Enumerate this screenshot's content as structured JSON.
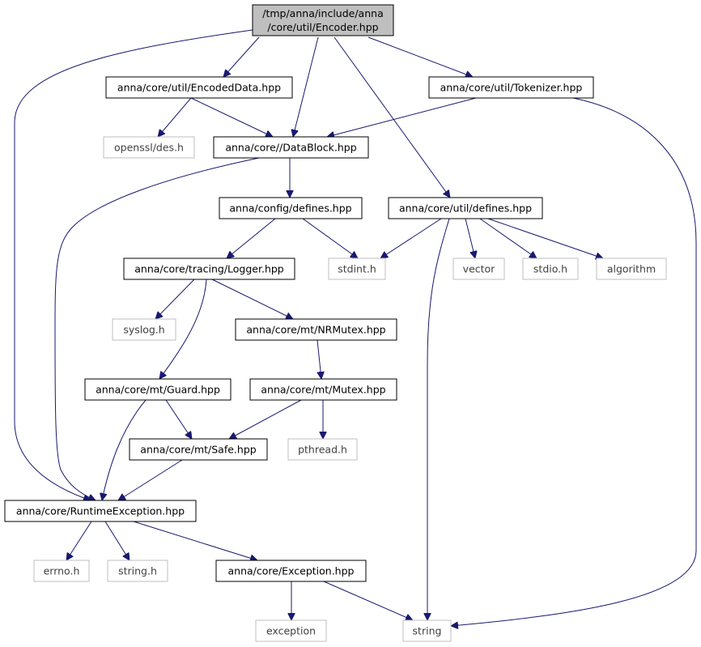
{
  "graph": {
    "nodes": [
      {
        "id": "encoder",
        "kind": "root",
        "lines": [
          "/tmp/anna/include/anna",
          "/core/util/Encoder.hpp"
        ]
      },
      {
        "id": "encodeddata",
        "kind": "local",
        "lines": [
          "anna/core/util/EncodedData.hpp"
        ]
      },
      {
        "id": "tokenizer",
        "kind": "local",
        "lines": [
          "anna/core/util/Tokenizer.hpp"
        ]
      },
      {
        "id": "openssl",
        "kind": "system",
        "lines": [
          "openssl/des.h"
        ]
      },
      {
        "id": "datablock",
        "kind": "local",
        "lines": [
          "anna/core//DataBlock.hpp"
        ]
      },
      {
        "id": "configdefines",
        "kind": "local",
        "lines": [
          "anna/config/defines.hpp"
        ]
      },
      {
        "id": "utildefines",
        "kind": "local",
        "lines": [
          "anna/core/util/defines.hpp"
        ]
      },
      {
        "id": "logger",
        "kind": "local",
        "lines": [
          "anna/core/tracing/Logger.hpp"
        ]
      },
      {
        "id": "stdint",
        "kind": "system",
        "lines": [
          "stdint.h"
        ]
      },
      {
        "id": "vector",
        "kind": "system",
        "lines": [
          "vector"
        ]
      },
      {
        "id": "stdio",
        "kind": "system",
        "lines": [
          "stdio.h"
        ]
      },
      {
        "id": "algorithm",
        "kind": "system",
        "lines": [
          "algorithm"
        ]
      },
      {
        "id": "syslog",
        "kind": "system",
        "lines": [
          "syslog.h"
        ]
      },
      {
        "id": "nrmutex",
        "kind": "local",
        "lines": [
          "anna/core/mt/NRMutex.hpp"
        ]
      },
      {
        "id": "guard",
        "kind": "local",
        "lines": [
          "anna/core/mt/Guard.hpp"
        ]
      },
      {
        "id": "mutex",
        "kind": "local",
        "lines": [
          "anna/core/mt/Mutex.hpp"
        ]
      },
      {
        "id": "safe",
        "kind": "local",
        "lines": [
          "anna/core/mt/Safe.hpp"
        ]
      },
      {
        "id": "pthread",
        "kind": "system",
        "lines": [
          "pthread.h"
        ]
      },
      {
        "id": "runtimeexception",
        "kind": "local",
        "lines": [
          "anna/core/RuntimeException.hpp"
        ]
      },
      {
        "id": "errno",
        "kind": "system",
        "lines": [
          "errno.h"
        ]
      },
      {
        "id": "stringh",
        "kind": "system",
        "lines": [
          "string.h"
        ]
      },
      {
        "id": "exception_hpp",
        "kind": "local",
        "lines": [
          "anna/core/Exception.hpp"
        ]
      },
      {
        "id": "exception",
        "kind": "system",
        "lines": [
          "exception"
        ]
      },
      {
        "id": "string",
        "kind": "system",
        "lines": [
          "string"
        ]
      }
    ],
    "edges": [
      {
        "from": "encoder",
        "to": "encodeddata"
      },
      {
        "from": "encoder",
        "to": "datablock"
      },
      {
        "from": "encoder",
        "to": "tokenizer"
      },
      {
        "from": "encoder",
        "to": "utildefines"
      },
      {
        "from": "encoder",
        "to": "runtimeexception"
      },
      {
        "from": "encodeddata",
        "to": "openssl"
      },
      {
        "from": "encodeddata",
        "to": "datablock"
      },
      {
        "from": "tokenizer",
        "to": "datablock"
      },
      {
        "from": "tokenizer",
        "to": "string"
      },
      {
        "from": "datablock",
        "to": "configdefines"
      },
      {
        "from": "datablock",
        "to": "runtimeexception"
      },
      {
        "from": "configdefines",
        "to": "logger"
      },
      {
        "from": "configdefines",
        "to": "stdint"
      },
      {
        "from": "utildefines",
        "to": "stdint"
      },
      {
        "from": "utildefines",
        "to": "vector"
      },
      {
        "from": "utildefines",
        "to": "stdio"
      },
      {
        "from": "utildefines",
        "to": "algorithm"
      },
      {
        "from": "utildefines",
        "to": "string"
      },
      {
        "from": "logger",
        "to": "syslog"
      },
      {
        "from": "logger",
        "to": "nrmutex"
      },
      {
        "from": "logger",
        "to": "guard"
      },
      {
        "from": "nrmutex",
        "to": "mutex"
      },
      {
        "from": "guard",
        "to": "safe"
      },
      {
        "from": "guard",
        "to": "runtimeexception"
      },
      {
        "from": "mutex",
        "to": "safe"
      },
      {
        "from": "mutex",
        "to": "pthread"
      },
      {
        "from": "safe",
        "to": "runtimeexception"
      },
      {
        "from": "runtimeexception",
        "to": "errno"
      },
      {
        "from": "runtimeexception",
        "to": "stringh"
      },
      {
        "from": "runtimeexception",
        "to": "exception_hpp"
      },
      {
        "from": "exception_hpp",
        "to": "exception"
      },
      {
        "from": "exception_hpp",
        "to": "string"
      }
    ]
  }
}
